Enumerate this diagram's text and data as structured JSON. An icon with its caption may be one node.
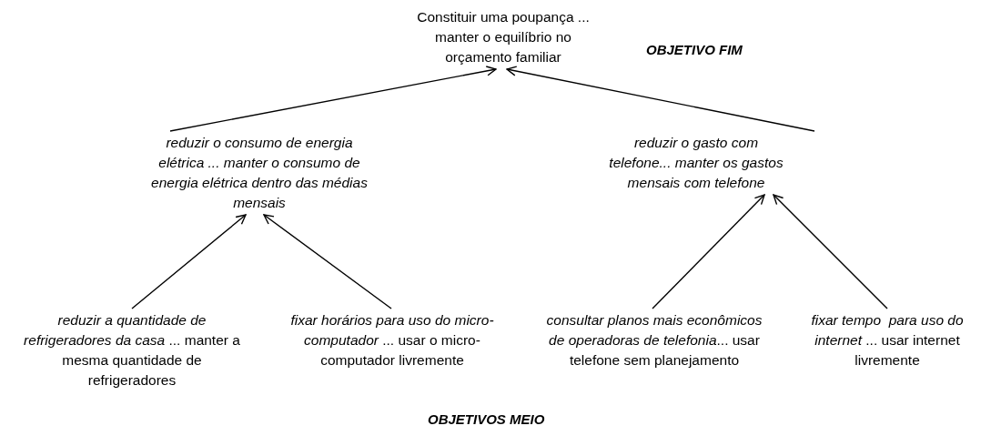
{
  "diagram": {
    "nodes": [
      {
        "text": [
          "Constituir uma poupança ... manter o equilíbrio no orçamento familiar"
        ]
      },
      {
        "text": [
          "reduzir o consumo de energia elétrica ... manter o consumo de energia elétrica dentro das médias mensais"
        ]
      },
      {
        "text": [
          "reduzir o gasto com telefone... manter os gastos mensais com telefone"
        ]
      },
      {
        "text": [
          "*reduzir a quantidade de refrigeradores da casa* ... manter a mesma quantidade de refrigeradores"
        ]
      },
      {
        "text": [
          "*fixar horários para uso do micro-computador* ... usar o micro-computador livremente"
        ]
      },
      {
        "text": [
          "*consultar planos mais econômicos de operadoras de telefonia*... usar telefone sem planejamento"
        ]
      },
      {
        "text": [
          "*fixar tempo  para uso do internet* ... usar internet livremente"
        ]
      }
    ],
    "edges": [
      {
        "from": 1,
        "to": 0,
        "arrow": "to"
      },
      {
        "from": 2,
        "to": 0,
        "arrow": "to"
      },
      {
        "from": 3,
        "to": 1,
        "arrow": "to"
      },
      {
        "from": 4,
        "to": 1,
        "arrow": "to"
      },
      {
        "from": 5,
        "to": 2,
        "arrow": "to"
      },
      {
        "from": 6,
        "to": 2,
        "arrow": "to"
      }
    ],
    "labels": [
      "OBJETIVO FIM",
      "OBJETIVOS MEIO"
    ]
  }
}
